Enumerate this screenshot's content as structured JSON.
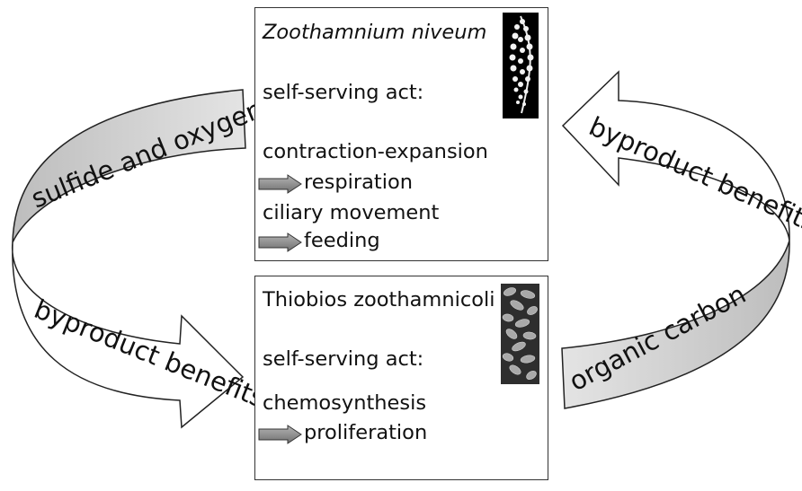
{
  "top_box": {
    "species": "Zoothamnium niveum",
    "act_heading": "self-serving act:",
    "act1": "contraction-expansion",
    "result1": "respiration",
    "act2": "ciliary movement",
    "result2": "feeding"
  },
  "bottom_box": {
    "species": "Thiobios zoothamnicoli",
    "act_heading": "self-serving act:",
    "act1": "chemosynthesis",
    "result1": "proliferation"
  },
  "ribbons": {
    "left_upper": "sulfide and oxygen",
    "left_lower": "byproduct benefits",
    "right_upper": "byproduct benefits",
    "right_lower": "organic carbon"
  },
  "colors": {
    "ribbon_shade": "#d4d4d4",
    "arrow_gray": "#8a8a8a",
    "outline": "#222222"
  }
}
